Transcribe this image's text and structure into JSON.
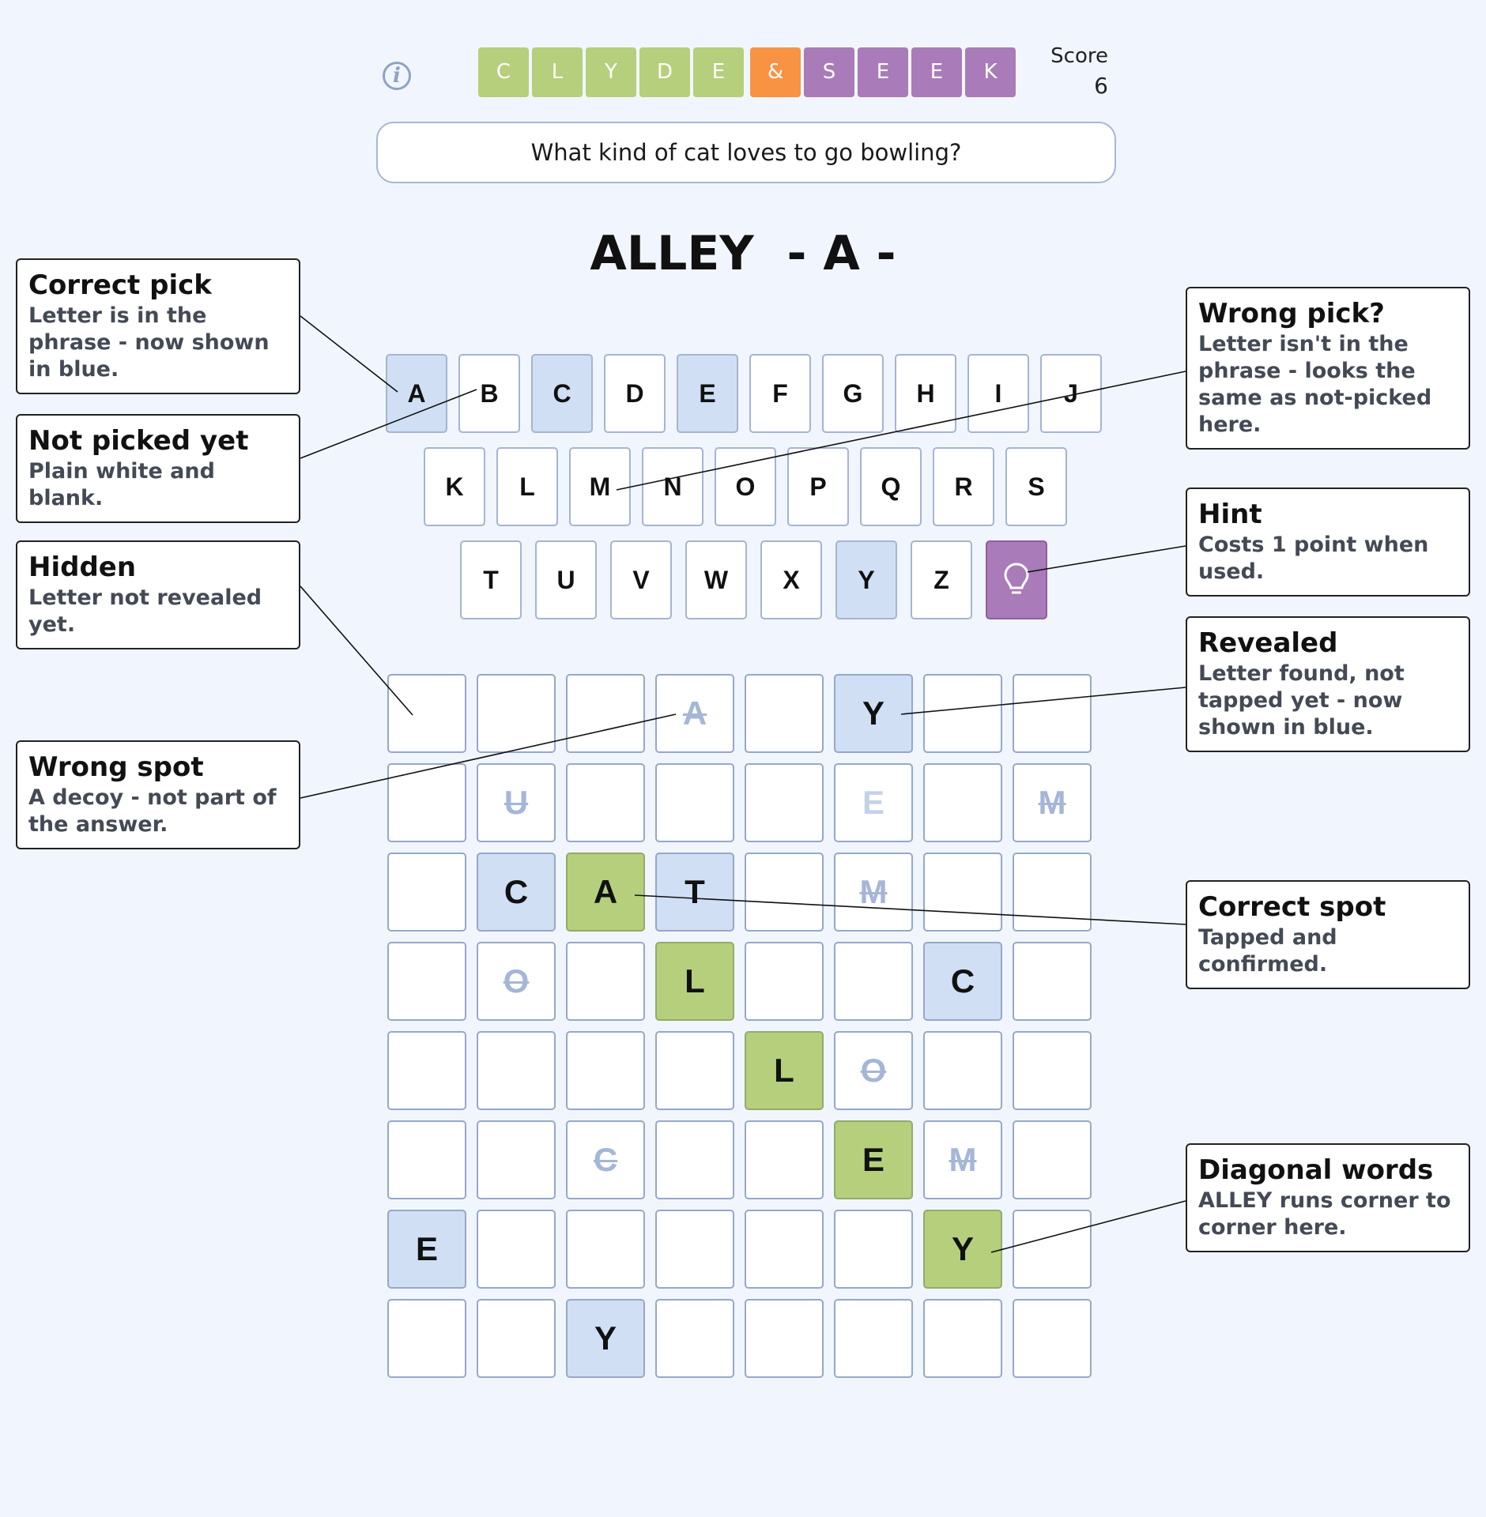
{
  "header": {
    "info_icon": "i",
    "title_tiles": [
      {
        "letter": "C",
        "color": "#b6cf7c"
      },
      {
        "letter": "L",
        "color": "#b6cf7c"
      },
      {
        "letter": "Y",
        "color": "#b6cf7c"
      },
      {
        "letter": "D",
        "color": "#b6cf7c"
      },
      {
        "letter": "E",
        "color": "#b6cf7c"
      },
      {
        "letter": "&",
        "color": "#f79343"
      },
      {
        "letter": "S",
        "color": "#a97bb9"
      },
      {
        "letter": "E",
        "color": "#a97bb9"
      },
      {
        "letter": "E",
        "color": "#a97bb9"
      },
      {
        "letter": "K",
        "color": "#a97bb9"
      }
    ],
    "score_label": "Score",
    "score_value": "6"
  },
  "question": "What kind of cat loves to go bowling?",
  "answer_display": "ALLEY  - A -",
  "keyboard": {
    "rows": [
      [
        {
          "k": "A",
          "s": "picked"
        },
        {
          "k": "B",
          "s": ""
        },
        {
          "k": "C",
          "s": "picked"
        },
        {
          "k": "D",
          "s": ""
        },
        {
          "k": "E",
          "s": "picked"
        },
        {
          "k": "F",
          "s": ""
        },
        {
          "k": "G",
          "s": ""
        },
        {
          "k": "H",
          "s": ""
        },
        {
          "k": "I",
          "s": ""
        },
        {
          "k": "J",
          "s": ""
        }
      ],
      [
        {
          "k": "K",
          "s": ""
        },
        {
          "k": "L",
          "s": ""
        },
        {
          "k": "M",
          "s": ""
        },
        {
          "k": "N",
          "s": ""
        },
        {
          "k": "O",
          "s": ""
        },
        {
          "k": "P",
          "s": ""
        },
        {
          "k": "Q",
          "s": ""
        },
        {
          "k": "R",
          "s": ""
        },
        {
          "k": "S",
          "s": ""
        }
      ],
      [
        {
          "k": "T",
          "s": ""
        },
        {
          "k": "U",
          "s": ""
        },
        {
          "k": "V",
          "s": ""
        },
        {
          "k": "W",
          "s": ""
        },
        {
          "k": "X",
          "s": ""
        },
        {
          "k": "Y",
          "s": "picked"
        },
        {
          "k": "Z",
          "s": ""
        }
      ]
    ],
    "hint_icon": "lightbulb-icon"
  },
  "grid": [
    [
      [
        "",
        ""
      ],
      [
        "",
        ""
      ],
      [
        "",
        ""
      ],
      [
        "A",
        "decoy"
      ],
      [
        "",
        ""
      ],
      [
        "Y",
        "revealed"
      ],
      [
        "",
        ""
      ],
      [
        "",
        ""
      ]
    ],
    [
      [
        "",
        ""
      ],
      [
        "U",
        "decoy"
      ],
      [
        "",
        ""
      ],
      [
        "",
        ""
      ],
      [
        "",
        ""
      ],
      [
        "E",
        "faint"
      ],
      [
        "",
        ""
      ],
      [
        "M",
        "decoy"
      ]
    ],
    [
      [
        "",
        ""
      ],
      [
        "C",
        "revealed"
      ],
      [
        "A",
        "correct"
      ],
      [
        "T",
        "revealed"
      ],
      [
        "",
        ""
      ],
      [
        "M",
        "decoy"
      ],
      [
        "",
        ""
      ],
      [
        "",
        ""
      ]
    ],
    [
      [
        "",
        ""
      ],
      [
        "O",
        "decoy"
      ],
      [
        "",
        ""
      ],
      [
        "L",
        "correct"
      ],
      [
        "",
        ""
      ],
      [
        "",
        ""
      ],
      [
        "C",
        "revealed"
      ],
      [
        "",
        ""
      ]
    ],
    [
      [
        "",
        ""
      ],
      [
        "",
        ""
      ],
      [
        "",
        ""
      ],
      [
        "",
        ""
      ],
      [
        "L",
        "correct"
      ],
      [
        "O",
        "decoy"
      ],
      [
        "",
        ""
      ],
      [
        "",
        ""
      ]
    ],
    [
      [
        "",
        ""
      ],
      [
        "",
        ""
      ],
      [
        "C",
        "decoy"
      ],
      [
        "",
        ""
      ],
      [
        "",
        ""
      ],
      [
        "E",
        "correct"
      ],
      [
        "M",
        "decoy"
      ],
      [
        "",
        ""
      ]
    ],
    [
      [
        "E",
        "revealed"
      ],
      [
        "",
        ""
      ],
      [
        "",
        ""
      ],
      [
        "",
        ""
      ],
      [
        "",
        ""
      ],
      [
        "",
        ""
      ],
      [
        "Y",
        "correct"
      ],
      [
        "",
        ""
      ]
    ],
    [
      [
        "",
        ""
      ],
      [
        "",
        ""
      ],
      [
        "Y",
        "revealed"
      ],
      [
        "",
        ""
      ],
      [
        "",
        ""
      ],
      [
        "",
        ""
      ],
      [
        "",
        ""
      ],
      [
        "",
        ""
      ]
    ]
  ],
  "callouts": {
    "correct_pick": {
      "title": "Correct pick",
      "desc": "Letter is in the phrase - now shown in blue."
    },
    "not_picked": {
      "title": "Not picked yet",
      "desc": "Plain white and blank."
    },
    "hidden": {
      "title": "Hidden",
      "desc": "Letter not revealed yet."
    },
    "wrong_spot": {
      "title": "Wrong spot",
      "desc": "A decoy - not part of the answer."
    },
    "wrong_pick": {
      "title": "Wrong pick?",
      "desc": "Letter isn't in the phrase - looks the same as not-picked here."
    },
    "hint": {
      "title": "Hint",
      "desc": "Costs 1 point when used."
    },
    "revealed": {
      "title": "Revealed",
      "desc": "Letter found, not tapped yet - now shown in blue."
    },
    "correct_spot": {
      "title": "Correct spot",
      "desc": "Tapped and confirmed."
    },
    "diagonal": {
      "title": "Diagonal words",
      "desc": "ALLEY runs corner to corner here."
    }
  }
}
